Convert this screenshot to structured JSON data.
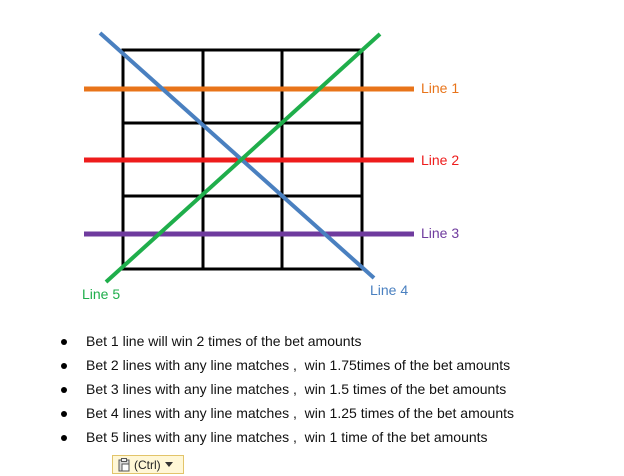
{
  "diagram": {
    "lines": [
      {
        "label": "Line 1",
        "color": "#e8741a"
      },
      {
        "label": "Line 2",
        "color": "#ee1c1c"
      },
      {
        "label": "Line 3",
        "color": "#6f3b9e"
      },
      {
        "label": "Line 4",
        "color": "#4a80c0"
      },
      {
        "label": "Line 5",
        "color": "#1fae4b"
      }
    ]
  },
  "bullets": [
    "Bet 1 line will win 2 times of the bet amounts",
    "Bet 2 lines with any line matches ,  win 1.75times of the bet amounts",
    "Bet 3 lines with any line matches ,  win 1.5 times of the bet amounts",
    "Bet 4 lines with any line matches ,  win 1.25 times of the bet amounts",
    "Bet 5 lines with any line matches ,  win 1 time of the bet amounts"
  ],
  "paste_options": {
    "label": "(Ctrl)",
    "icon": "clipboard-icon"
  }
}
